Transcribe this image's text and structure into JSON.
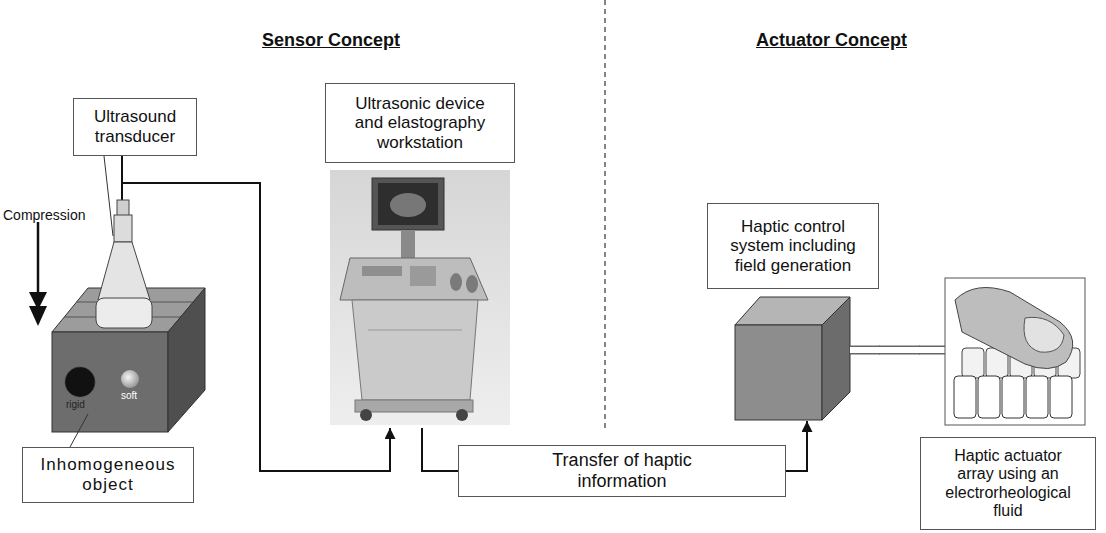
{
  "diagram": {
    "nodes": [
      {
        "text": [
          "Ultrasound transducer"
        ]
      },
      {
        "text": [
          "Ultrasonic device and elastography workstation"
        ]
      },
      {
        "text": [
          "Inhomogeneous object"
        ]
      },
      {
        "text": [
          "Transfer of haptic information"
        ]
      },
      {
        "text": [
          "Haptic control system including field generation"
        ]
      },
      {
        "text": [
          "Haptic actuator array using an electrorheological fluid"
        ]
      }
    ],
    "edges": [
      {
        "from": 0,
        "to": 1,
        "arrow": "to"
      },
      {
        "from": 1,
        "to": 3,
        "arrow": "none"
      },
      {
        "from": 3,
        "to": 4,
        "arrow": "to"
      },
      {
        "from": 4,
        "to": 5,
        "arrow": "none"
      }
    ],
    "labels": [
      "Sensor Concept",
      "Actuator Concept",
      "Compression",
      "rigid",
      "soft"
    ]
  }
}
